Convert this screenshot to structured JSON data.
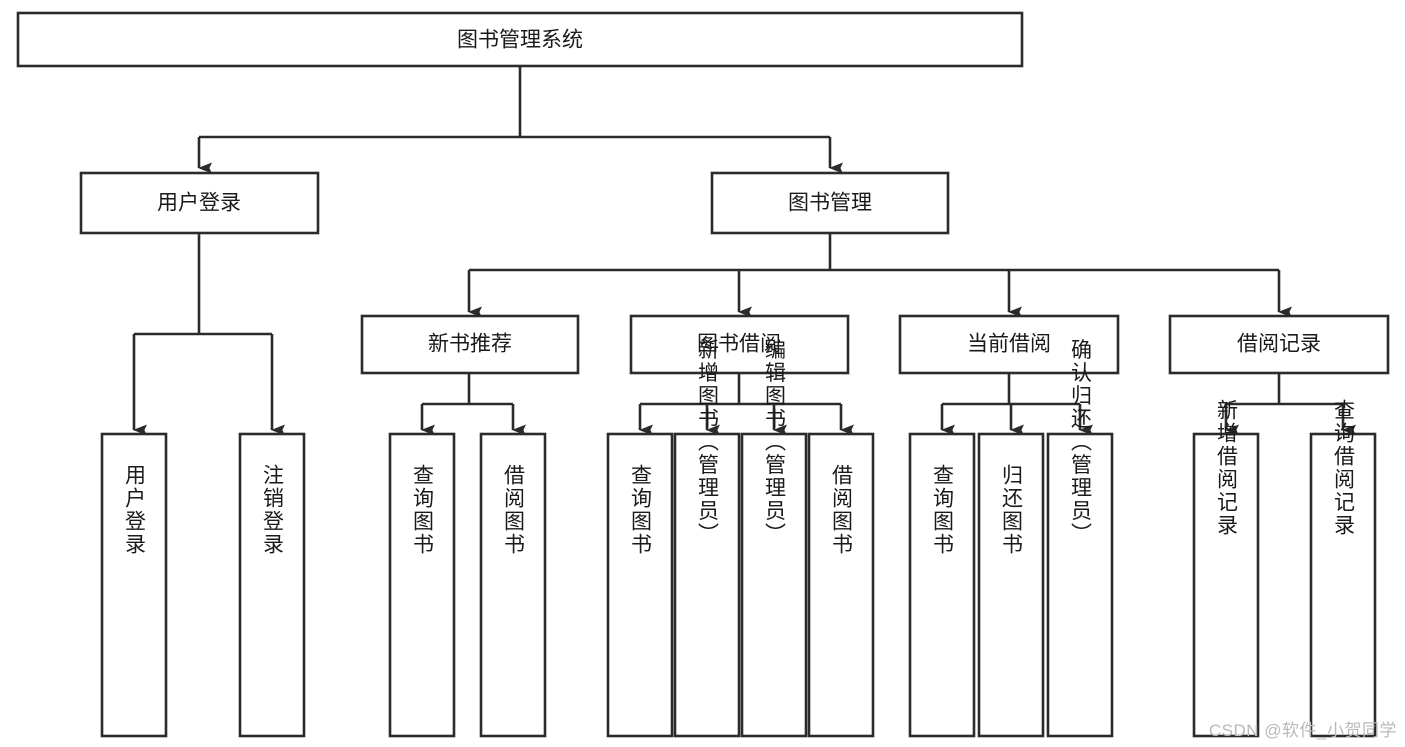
{
  "diagram": {
    "type": "tree-hierarchy",
    "title": "图书管理系统",
    "orientation": "top-down",
    "colors": {
      "stroke": "#2b2b2b",
      "box_fill": "#ffffff",
      "text": "#1a1a1a",
      "background": "#ffffff",
      "watermark": "#b9b9b9"
    },
    "levels": [
      {
        "level": 1,
        "nodes": [
          {
            "id": "root",
            "label": "图书管理系统",
            "orientation": "horizontal"
          }
        ]
      },
      {
        "level": 2,
        "nodes": [
          {
            "id": "login",
            "label": "用户登录",
            "orientation": "horizontal",
            "parent": "root"
          },
          {
            "id": "bookmgmt",
            "label": "图书管理",
            "orientation": "horizontal",
            "parent": "root"
          }
        ]
      },
      {
        "level": 3,
        "nodes": [
          {
            "id": "newbook",
            "label": "新书推荐",
            "orientation": "horizontal",
            "parent": "bookmgmt"
          },
          {
            "id": "borrow",
            "label": "图书借阅",
            "orientation": "horizontal",
            "parent": "bookmgmt"
          },
          {
            "id": "current",
            "label": "当前借阅",
            "orientation": "horizontal",
            "parent": "bookmgmt"
          },
          {
            "id": "record",
            "label": "借阅记录",
            "orientation": "horizontal",
            "parent": "bookmgmt"
          }
        ]
      },
      {
        "level": 4,
        "nodes": [
          {
            "id": "leaf-1",
            "label": "用户登录",
            "orientation": "vertical",
            "parent": "login"
          },
          {
            "id": "leaf-2",
            "label": "注销登录",
            "orientation": "vertical",
            "parent": "login"
          },
          {
            "id": "leaf-3",
            "label": "查询图书",
            "orientation": "vertical",
            "parent": "newbook"
          },
          {
            "id": "leaf-4",
            "label": "借阅图书",
            "orientation": "vertical",
            "parent": "newbook"
          },
          {
            "id": "leaf-5",
            "label": "查询图书",
            "orientation": "vertical",
            "parent": "borrow"
          },
          {
            "id": "leaf-6",
            "label": "新增图书（管理员）",
            "orientation": "vertical",
            "parent": "borrow"
          },
          {
            "id": "leaf-7",
            "label": "编辑图书（管理员）",
            "orientation": "vertical",
            "parent": "borrow"
          },
          {
            "id": "leaf-8",
            "label": "借阅图书",
            "orientation": "vertical",
            "parent": "borrow"
          },
          {
            "id": "leaf-9",
            "label": "查询图书",
            "orientation": "vertical",
            "parent": "current"
          },
          {
            "id": "leaf-10",
            "label": "归还图书",
            "orientation": "vertical",
            "parent": "current"
          },
          {
            "id": "leaf-11",
            "label": "确认归还（管理员）",
            "orientation": "vertical",
            "parent": "current"
          },
          {
            "id": "leaf-12",
            "label": "新增借阅记录",
            "orientation": "vertical",
            "parent": "record"
          },
          {
            "id": "leaf-13",
            "label": "查询借阅记录",
            "orientation": "vertical",
            "parent": "record"
          }
        ]
      }
    ]
  },
  "watermark": {
    "text": "CSDN @软件_小贺同学"
  }
}
